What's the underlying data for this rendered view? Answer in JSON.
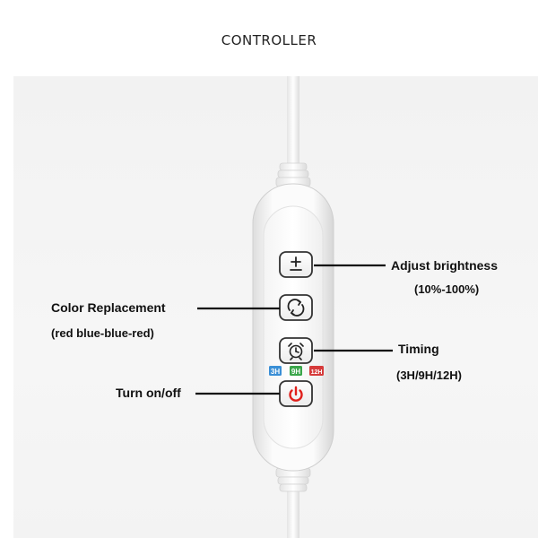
{
  "title": "CONTROLLER",
  "buttons": {
    "brightness": {
      "icon": "plus-minus-icon",
      "glyph": "±"
    },
    "color": {
      "icon": "cycle-arrows-icon"
    },
    "timing": {
      "icon": "alarm-clock-icon"
    },
    "power": {
      "icon": "power-icon",
      "color": "#e0201c"
    }
  },
  "timer_indicators": [
    {
      "text": "3H",
      "color": "#3a8fd6"
    },
    {
      "text": "9H",
      "color": "#3aa64a"
    },
    {
      "text": "12H",
      "color": "#d63a3a"
    }
  ],
  "annotations": {
    "brightness": {
      "label": "Adjust brightness",
      "sub": "(10%-100%)"
    },
    "color": {
      "label": "Color Replacement",
      "sub": "(red blue-blue-red)"
    },
    "timing": {
      "label": "Timing",
      "sub": "(3H/9H/12H)"
    },
    "power": {
      "label": "Turn on/off"
    }
  }
}
